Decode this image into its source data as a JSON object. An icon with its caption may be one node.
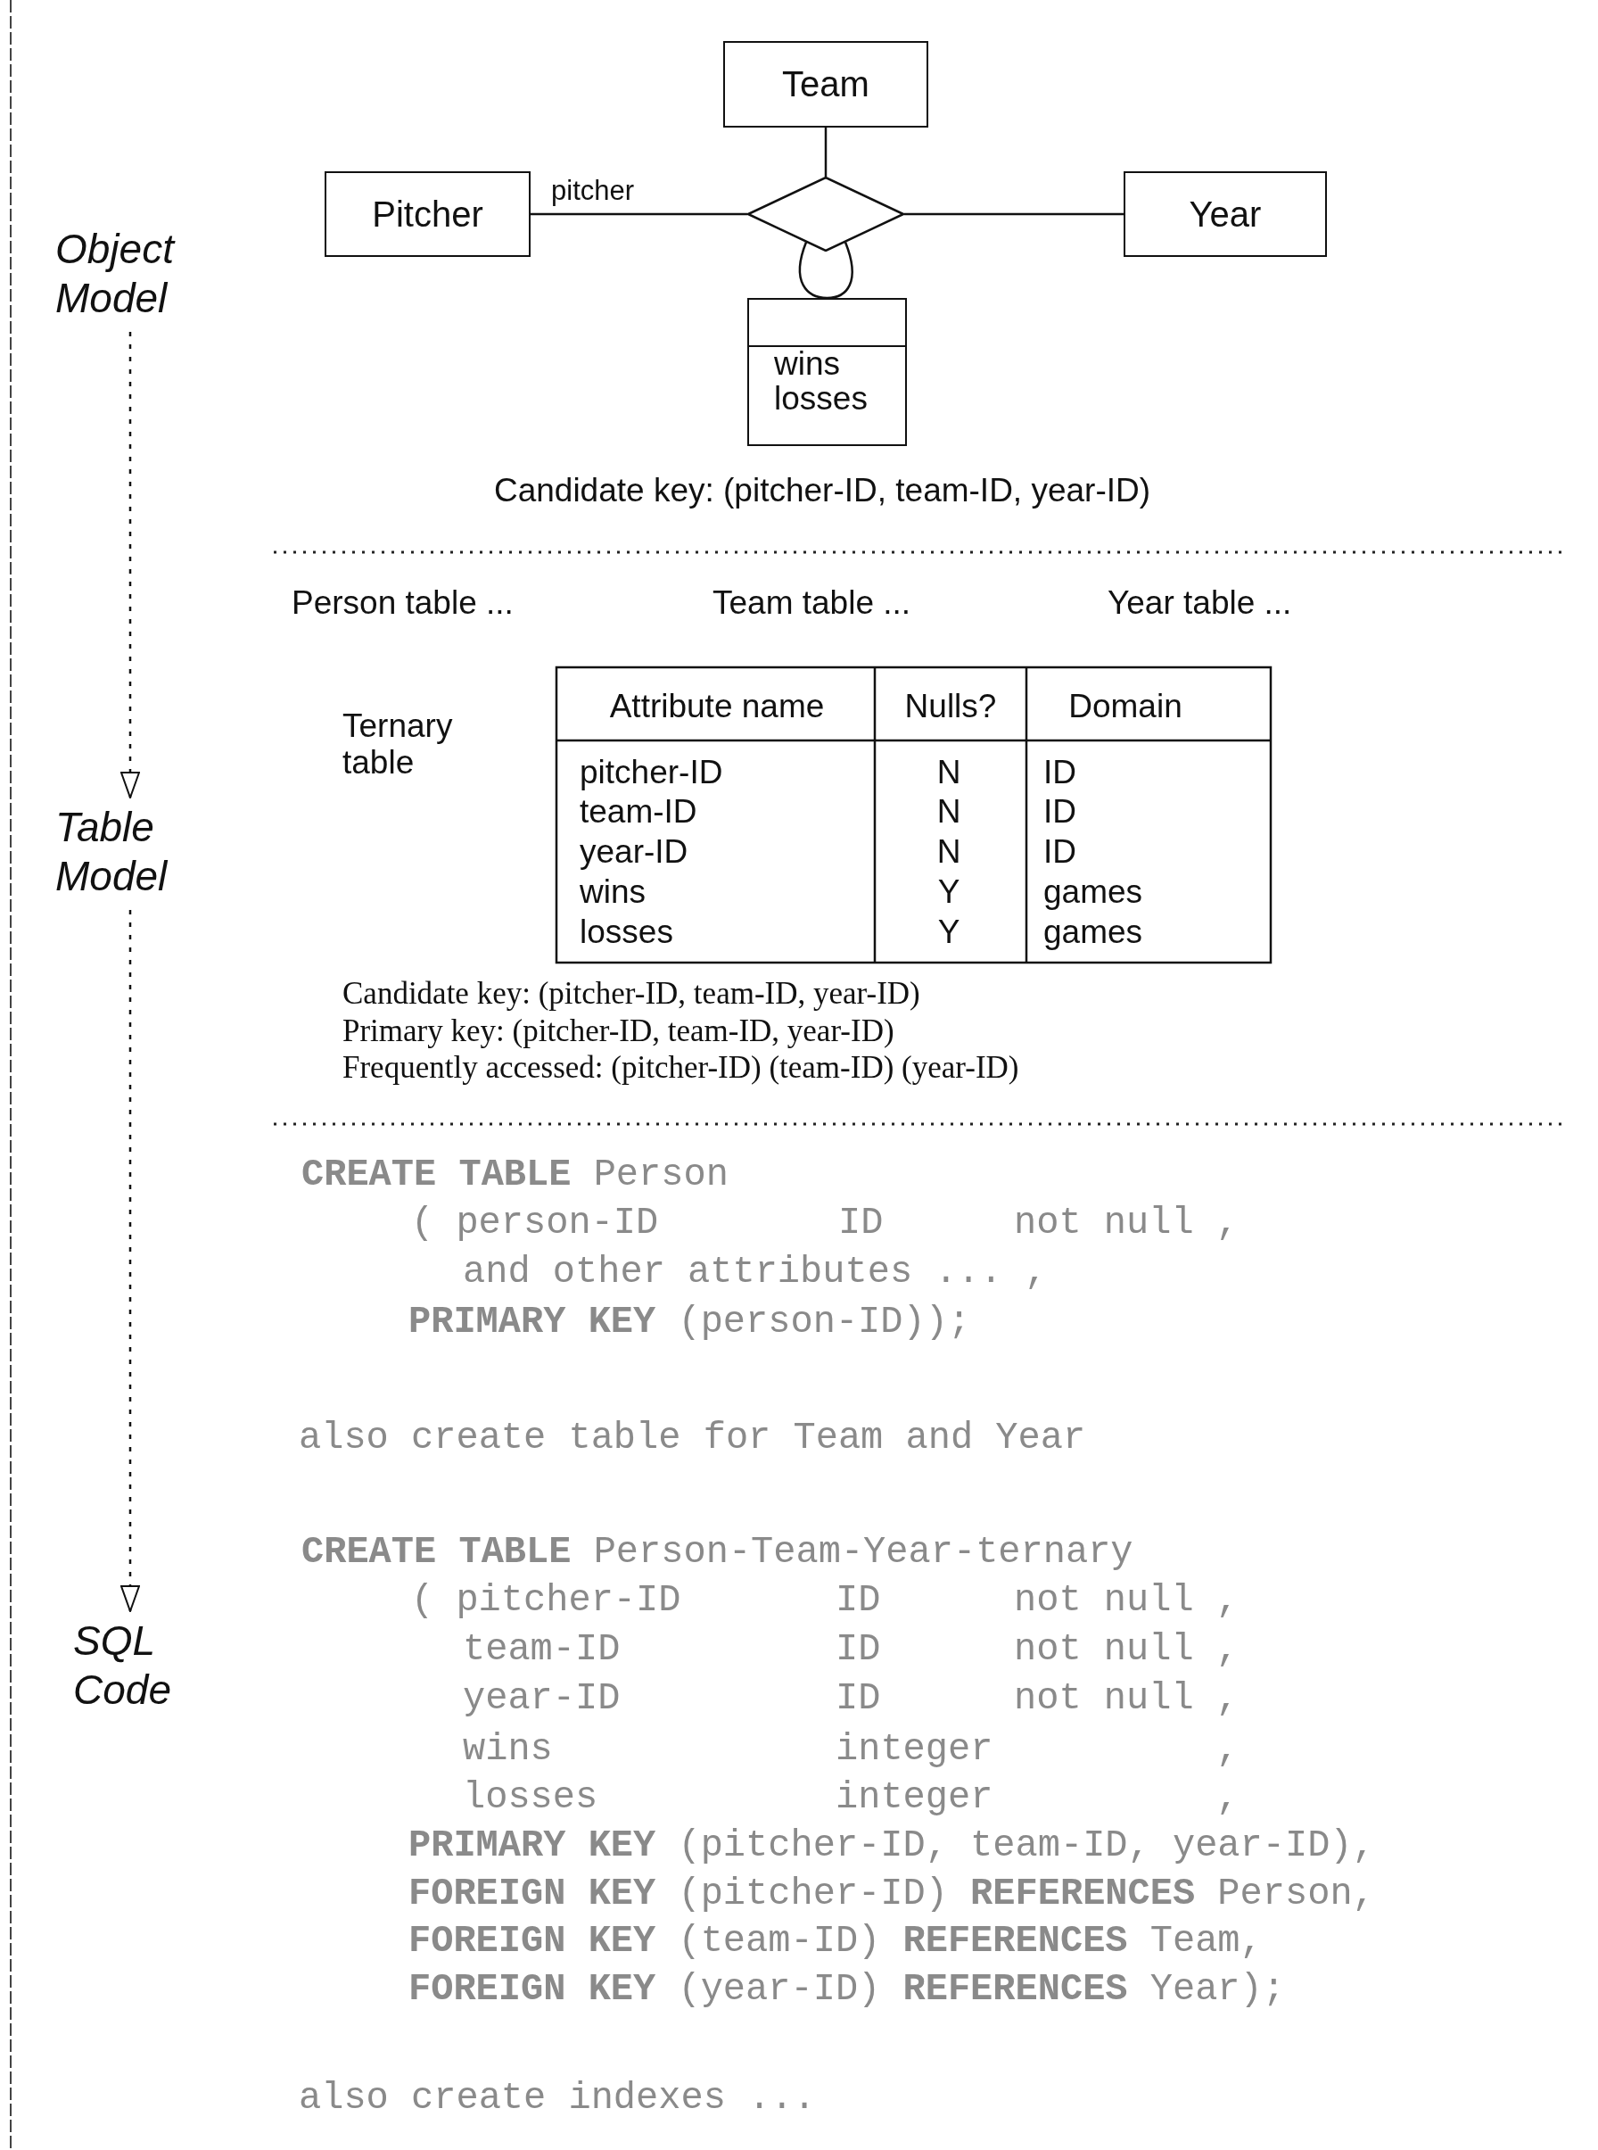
{
  "diagram": {
    "nodes": [
      {
        "text": [
          "Object Model"
        ]
      },
      {
        "text": [
          "Team"
        ]
      },
      {
        "text": [
          "Pitcher"
        ]
      },
      {
        "text": [],
        "shape": "diamond"
      },
      {
        "text": [
          "Year"
        ]
      },
      {
        "text": [
          "wins",
          "losses"
        ]
      },
      {
        "text": [
          "Table Model"
        ]
      },
      {
        "text": [
          "SQL Code"
        ]
      }
    ],
    "edges": [
      {
        "from": 1,
        "to": 3,
        "arrow": "none"
      },
      {
        "from": 2,
        "to": 3,
        "arrow": "none",
        "label": "pitcher"
      },
      {
        "from": 3,
        "to": 4,
        "arrow": "none"
      },
      {
        "from": 3,
        "to": 5,
        "arrow": "none"
      },
      {
        "from": 0,
        "to": 6,
        "arrow": "to",
        "style": "dashed"
      },
      {
        "from": 6,
        "to": 7,
        "arrow": "to",
        "style": "dashed"
      }
    ],
    "labels": [
      "Candidate key: (pitcher-ID, team-ID, year-ID)",
      "Person table ...",
      "Team table ...",
      "Year table ...",
      "Ternary table",
      "Attribute name",
      "Nulls?",
      "Domain",
      "pitcher-ID",
      "N",
      "ID",
      "team-ID",
      "N",
      "ID",
      "year-ID",
      "N",
      "ID",
      "wins",
      "Y",
      "games",
      "losses",
      "Y",
      "games",
      "Candidate key: (pitcher-ID, team-ID, year-ID)",
      "Primary key: (pitcher-ID, team-ID, year-ID)",
      "Frequently accessed: (pitcher-ID) (team-ID) (year-ID)",
      "**CREATE TABLE** Person",
      "( person-ID",
      "ID",
      "not null ,",
      "and other attributes ... ,",
      "**PRIMARY KEY** (person-ID));",
      "also create table for Team and Year",
      "**CREATE TABLE** Person-Team-Year-ternary",
      "( pitcher-ID",
      "ID",
      "not null ,",
      "team-ID",
      "ID",
      "not null ,",
      "year-ID",
      "ID",
      "not null ,",
      "wins",
      "integer",
      ",",
      "losses",
      "integer",
      ",",
      "**PRIMARY KEY** (pitcher-ID, team-ID, year-ID),",
      "**FOREIGN KEY** (pitcher-ID) **REFERENCES** Person,",
      "**FOREIGN KEY** (team-ID) **REFERENCES** Team,",
      "**FOREIGN KEY** (year-ID) **REFERENCES** Year);",
      "also create indexes ..."
    ]
  }
}
